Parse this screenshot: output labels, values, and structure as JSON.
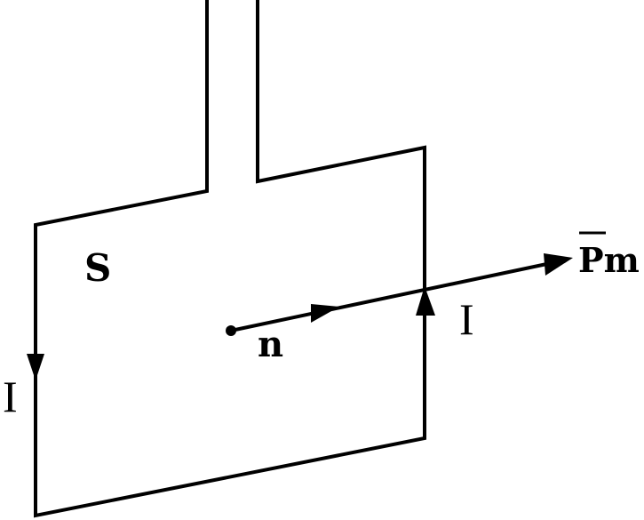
{
  "labels": {
    "surface": "S",
    "normal": "n",
    "current_left": "I",
    "current_right": "I",
    "moment": "Pm"
  },
  "colors": {
    "stroke": "#000000",
    "background": "#ffffff"
  }
}
